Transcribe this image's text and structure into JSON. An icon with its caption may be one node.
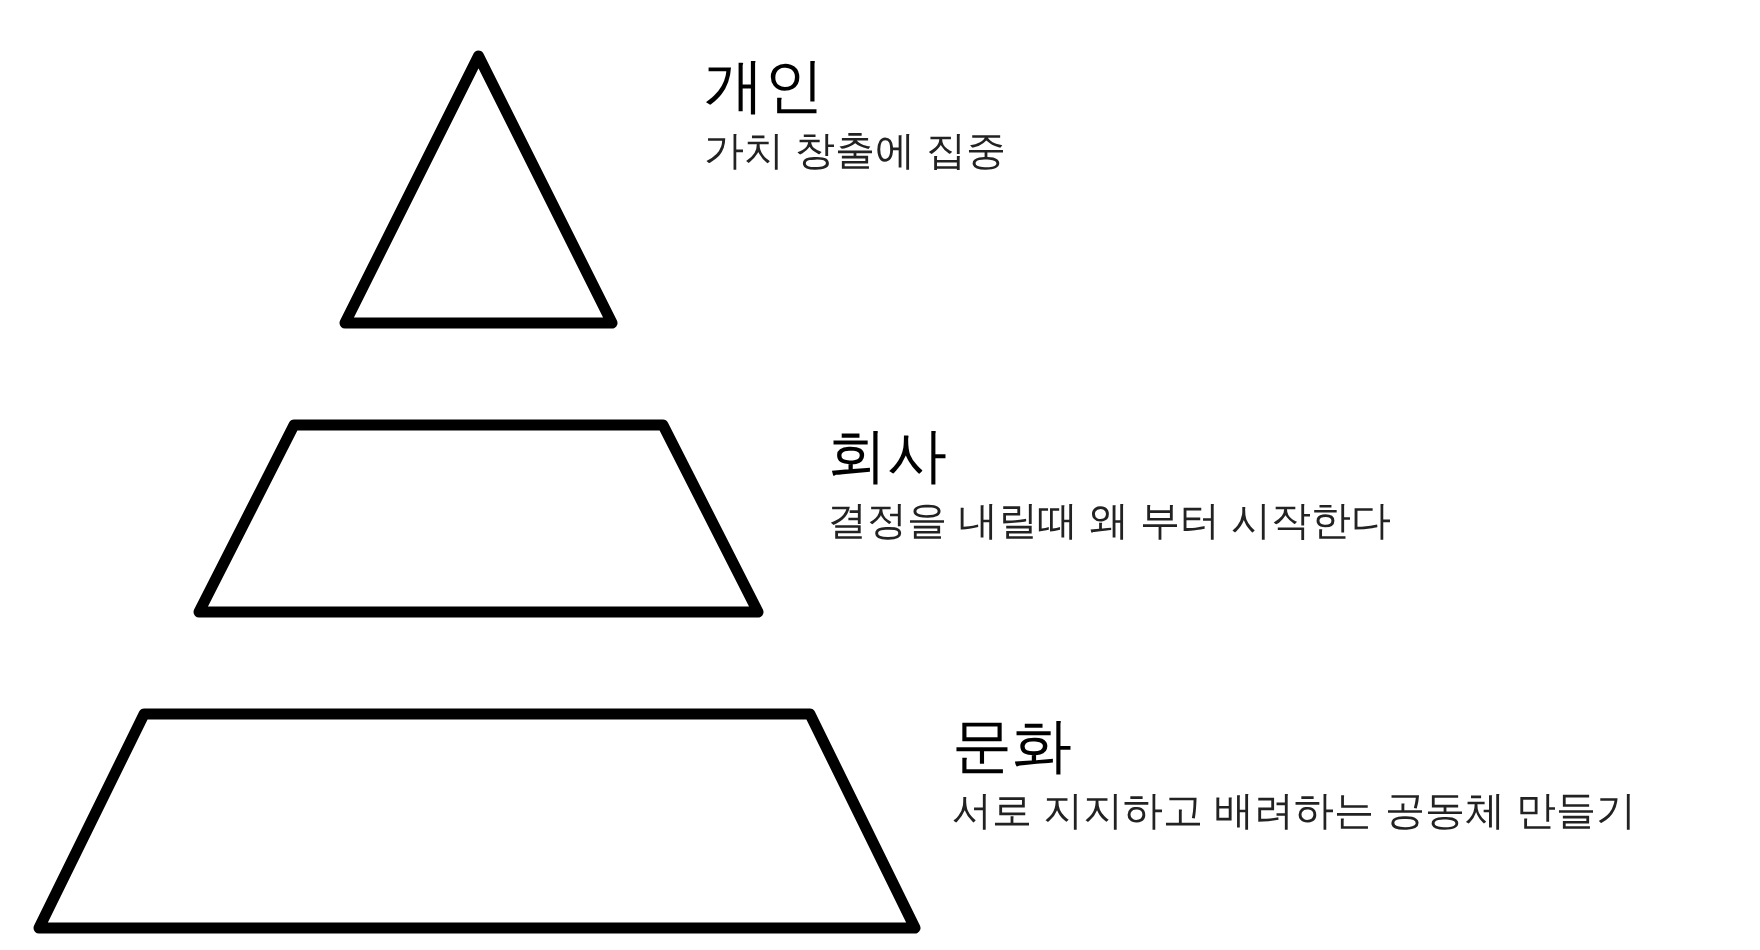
{
  "diagram": {
    "nodes": [
      {
        "text": [],
        "shape": "triangle",
        "beside": [
          "개인",
          "가치 창출에 집중"
        ]
      },
      {
        "text": [],
        "shape": "trapezoid",
        "beside": [
          "회사",
          "결정을 내릴때 왜 부터 시작한다"
        ]
      },
      {
        "text": [],
        "shape": "trapezoid",
        "beside": [
          "문화",
          "서로 지지하고 배려하는 공동체 만들기"
        ]
      }
    ]
  }
}
